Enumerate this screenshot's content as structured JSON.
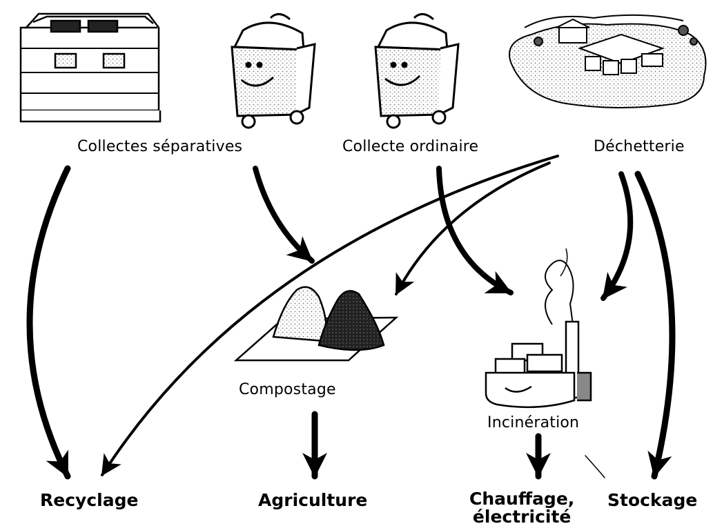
{
  "sources": {
    "separate": "Collectes séparatives",
    "ordinary": "Collecte ordinaire",
    "dump": "Déchetterie"
  },
  "treatments": {
    "composting": "Compostage",
    "incineration": "Incinération"
  },
  "outputs": {
    "recycling": "Recyclage",
    "agriculture": "Agriculture",
    "heating_line1": "Chauffage,",
    "heating_line2": "électricité",
    "storage": "Stockage"
  },
  "colors": {
    "ink": "#000000",
    "paper": "#ffffff",
    "shade": "#9a9a9a"
  }
}
